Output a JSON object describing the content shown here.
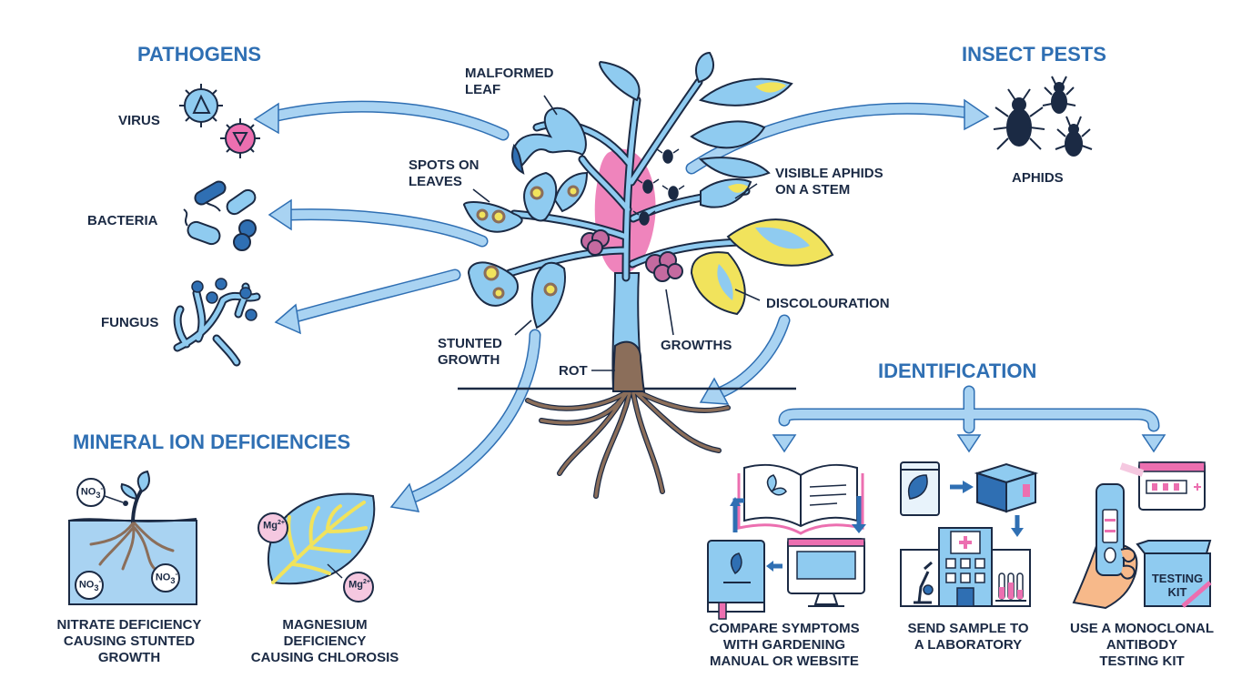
{
  "headings": {
    "pathogens": "PATHOGENS",
    "insect_pests": "INSECT PESTS",
    "mineral": "MINERAL ION DEFICIENCIES",
    "identification": "IDENTIFICATION"
  },
  "pathogens": {
    "virus": "VIRUS",
    "bacteria": "BACTERIA",
    "fungus": "FUNGUS"
  },
  "pests": {
    "aphids": "APHIDS"
  },
  "plant_labels": {
    "malformed_1": "MALFORMED",
    "malformed_2": "LEAF",
    "spots_1": "SPOTS ON",
    "spots_2": "LEAVES",
    "aphids_1": "VISIBLE APHIDS",
    "aphids_2": "ON A STEM",
    "discolouration": "DISCOLOURATION",
    "stunted_1": "STUNTED",
    "stunted_2": "GROWTH",
    "growths": "GROWTHS",
    "rot": "ROT"
  },
  "mineral": {
    "nitrate_1": "NITRATE DEFICIENCY",
    "nitrate_2": "CAUSING STUNTED",
    "nitrate_3": "GROWTH",
    "magnesium_1": "MAGNESIUM",
    "magnesium_2": "DEFICIENCY",
    "magnesium_3": "CAUSING CHLOROSIS",
    "ion_no3": "NO",
    "ion_mg": "Mg",
    "ion_mg_charge": "2+"
  },
  "identification": {
    "compare_1": "COMPARE SYMPTOMS",
    "compare_2": "WITH GARDENING",
    "compare_3": "MANUAL OR WEBSITE",
    "send_1": "SEND SAMPLE TO",
    "send_2": "A LABORATORY",
    "use_1": "USE A MONOCLONAL",
    "use_2": "ANTIBODY",
    "use_3": "TESTING KIT",
    "kit_1": "TESTING",
    "kit_2": "KIT"
  },
  "colors": {
    "heading": "#2f6fb3",
    "arrow": "#a9d3f2",
    "leaf": "#8fcbf0",
    "outline": "#1b2a44",
    "pink": "#ec6fb0",
    "yellow": "#f1e35c"
  }
}
